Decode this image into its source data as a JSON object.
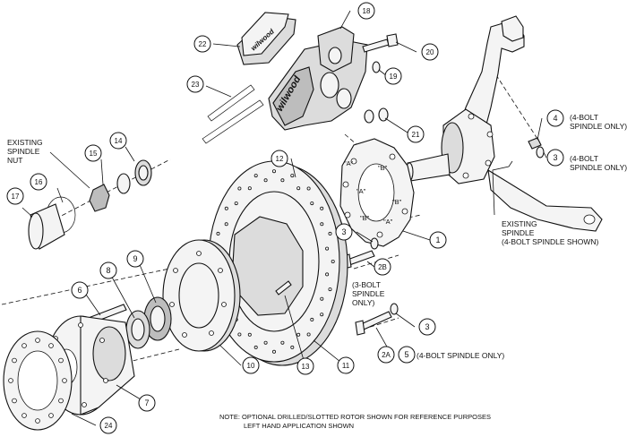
{
  "callouts": [
    {
      "id": "c1",
      "num": "1"
    },
    {
      "id": "c2a",
      "num": "2A"
    },
    {
      "id": "c2b",
      "num": "2B"
    },
    {
      "id": "c3a",
      "num": "3"
    },
    {
      "id": "c3b",
      "num": "3"
    },
    {
      "id": "c3c",
      "num": "3"
    },
    {
      "id": "c4",
      "num": "4"
    },
    {
      "id": "c5",
      "num": "5"
    },
    {
      "id": "c6",
      "num": "6"
    },
    {
      "id": "c7",
      "num": "7"
    },
    {
      "id": "c8",
      "num": "8"
    },
    {
      "id": "c9",
      "num": "9"
    },
    {
      "id": "c10",
      "num": "10"
    },
    {
      "id": "c11",
      "num": "11"
    },
    {
      "id": "c12",
      "num": "12"
    },
    {
      "id": "c13",
      "num": "13"
    },
    {
      "id": "c14",
      "num": "14"
    },
    {
      "id": "c15",
      "num": "15"
    },
    {
      "id": "c16",
      "num": "16"
    },
    {
      "id": "c17",
      "num": "17"
    },
    {
      "id": "c18",
      "num": "18"
    },
    {
      "id": "c19",
      "num": "19"
    },
    {
      "id": "c20",
      "num": "20"
    },
    {
      "id": "c21",
      "num": "21"
    },
    {
      "id": "c22",
      "num": "22"
    },
    {
      "id": "c23",
      "num": "23"
    },
    {
      "id": "c24",
      "num": "24"
    }
  ],
  "labels": {
    "existing_spindle_nut": [
      "EXISTING",
      "SPINDLE",
      "NUT"
    ],
    "existing_spindle": [
      "EXISTING",
      "SPINDLE",
      "(4-BOLT SPINDLE SHOWN)"
    ],
    "four_bolt_a": [
      "(4-BOLT",
      "SPINDLE ONLY)"
    ],
    "four_bolt_b": [
      "(4-BOLT",
      "SPINDLE ONLY)"
    ],
    "three_bolt": [
      "(3-BOLT",
      "SPINDLE",
      "ONLY)"
    ],
    "four_bolt_only": "(4-BOLT SPINDLE ONLY)",
    "bracket_marks": [
      "\"A\"",
      "\"B\"",
      "\"A\"",
      "\"B\"",
      "\"A\"",
      "\"B\""
    ],
    "caliper_brand": "wilwood",
    "pad_brand": "wilwood"
  },
  "note": {
    "line1": "NOTE: OPTIONAL DRILLED/SLOTTED ROTOR SHOWN FOR REFERENCE PURPOSES",
    "line2": "LEFT HAND APPLICATION SHOWN"
  }
}
